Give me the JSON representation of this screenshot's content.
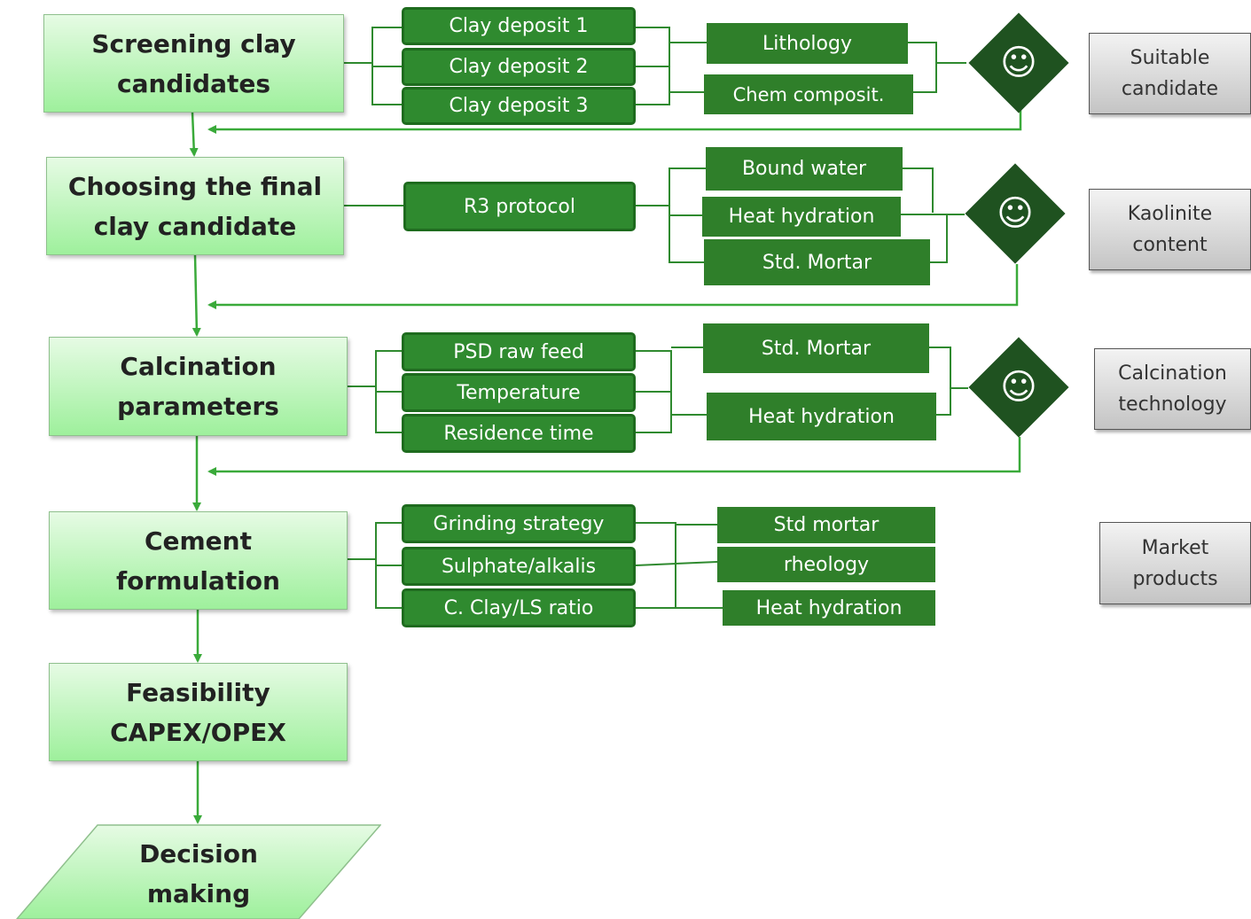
{
  "stages": [
    {
      "lines": [
        "Screening clay",
        "candidates"
      ]
    },
    {
      "lines": [
        "Choosing the final",
        "clay candidate"
      ]
    },
    {
      "lines": [
        "Calcination",
        "parameters"
      ]
    },
    {
      "lines": [
        "Cement",
        "formulation"
      ]
    },
    {
      "lines": [
        "Feasibility",
        "CAPEX/OPEX"
      ]
    }
  ],
  "final": {
    "lines": [
      "Decision",
      "making"
    ]
  },
  "substeps": {
    "screening": [
      "Clay deposit 1",
      "Clay deposit 2",
      "Clay deposit 3"
    ],
    "choosing": [
      "R3 protocol"
    ],
    "calcination": [
      "PSD raw feed",
      "Temperature",
      "Residence time"
    ],
    "formulation": [
      "Grinding strategy",
      "Sulphate/alkalis",
      "C. Clay/LS ratio"
    ]
  },
  "tests": {
    "screening": [
      "Lithology",
      "Chem composit."
    ],
    "choosing": [
      "Bound water",
      "Heat hydration",
      "Std. Mortar"
    ],
    "calcination": [
      "Std. Mortar",
      "Heat hydration"
    ],
    "formulation": [
      "Std mortar",
      "rheology",
      "Heat hydration"
    ]
  },
  "decision_icon": "smiley-face-icon",
  "decision_glyph": "☺",
  "outcomes": [
    {
      "lines": [
        "Suitable",
        "candidate"
      ]
    },
    {
      "lines": [
        "Kaolinite",
        "content"
      ]
    },
    {
      "lines": [
        "Calcination",
        "technology"
      ]
    },
    {
      "lines": [
        "Market",
        "products"
      ]
    }
  ],
  "colors": {
    "arrow": "#3aaa3a",
    "connector": "#2f8a2f",
    "stage_fill": "#9ef09c",
    "substep_fill": "#2f8a2f",
    "test_fill": "#2f7f2a",
    "decision_fill": "#1f5220",
    "outcome_fill": "#d6d6d6"
  }
}
